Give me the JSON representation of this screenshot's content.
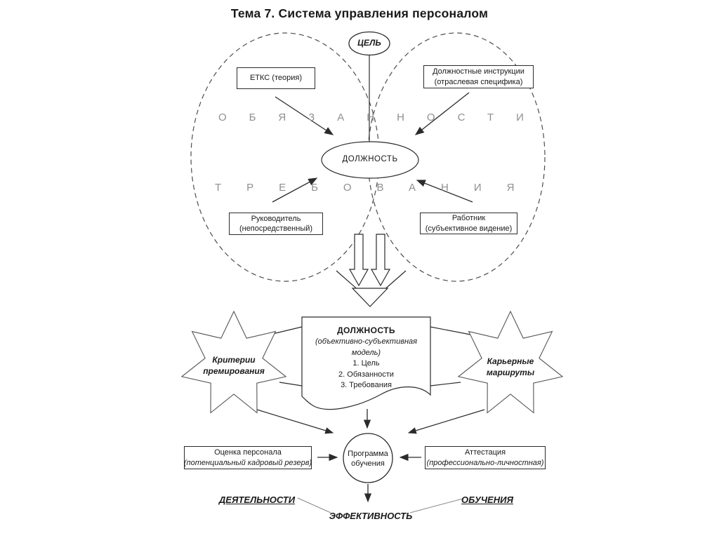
{
  "title": "Тема 7. Система управления персоналом",
  "colors": {
    "line": "#2b2b2b",
    "gray_letters": "#8f8f8f",
    "thin_connector": "#888888",
    "background": "#ffffff"
  },
  "top_section": {
    "goal": "ЦЕЛЬ",
    "etks": "ЕТКС (теория)",
    "job_instructions": {
      "line1": "Должностные инструкции",
      "line2": "(отраслевая специфика)"
    },
    "duties_word": "ОБЯЗАННОСТИ",
    "position": "ДОЛЖНОСТЬ",
    "requirements_word": "ТРЕБОВАНИЯ",
    "manager": {
      "line1": "Руководитель",
      "line2": "(непосредственный)"
    },
    "worker": {
      "line1": "Работник",
      "line2": "(субъективное видение)"
    }
  },
  "model_section": {
    "heading": "ДОЛЖНОСТЬ",
    "subheading": "(объективно-субъективная модель)",
    "items": [
      "1. Цель",
      "2. Обязанности",
      "3. Требования"
    ],
    "left_star": {
      "line1": "Критерии",
      "line2": "премирования"
    },
    "right_star": {
      "line1": "Карьерные",
      "line2": "маршруты"
    }
  },
  "bottom_section": {
    "assessment": {
      "line1": "Оценка персонала",
      "line2": "(потенциальный кадровый резерв)"
    },
    "program": {
      "line1": "Программа",
      "line2": "обучения"
    },
    "attestation": {
      "line1": "Аттестация",
      "line2": "(профессионально-личностная)"
    },
    "activity": "ДЕЯТЕЛЬНОСТИ",
    "effectiveness": "ЭФФЕКТИВНОСТЬ",
    "training": "ОБУЧЕНИЯ"
  }
}
